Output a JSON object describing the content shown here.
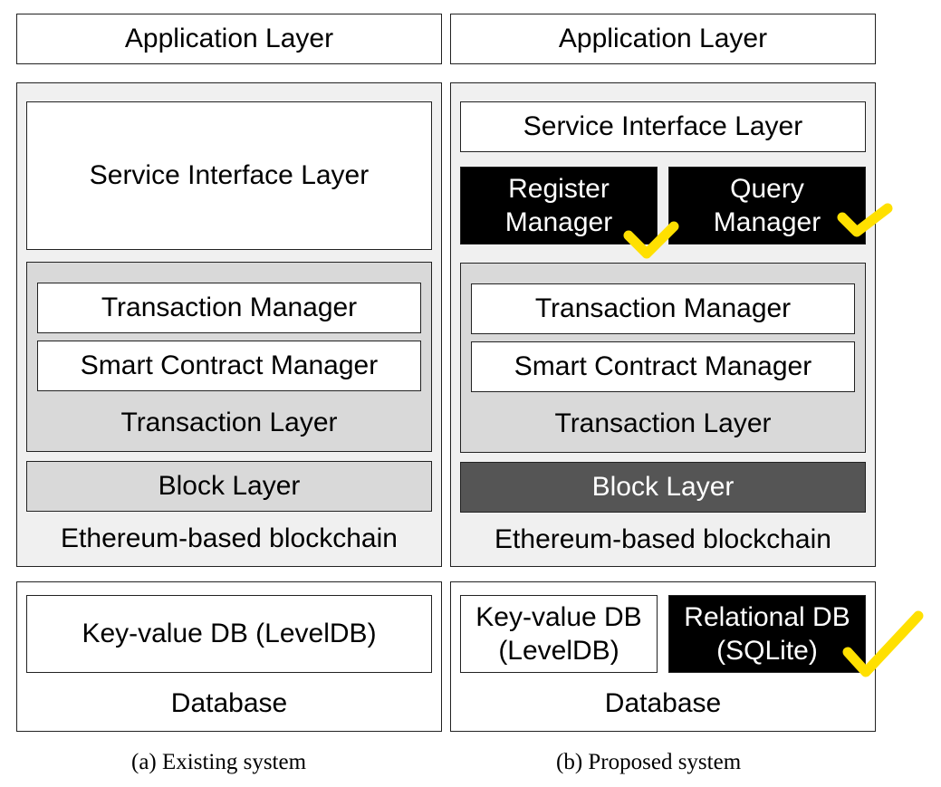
{
  "left": {
    "application_layer": "Application Layer",
    "service_interface_layer": "Service Interface Layer",
    "transaction_manager": "Transaction Manager",
    "smart_contract_manager": "Smart Contract Manager",
    "transaction_layer": "Transaction Layer",
    "block_layer": "Block Layer",
    "blockchain_label": "Ethereum-based blockchain",
    "key_value_db": "Key-value DB (LevelDB)",
    "database_label": "Database",
    "caption": "(a)  Existing system"
  },
  "right": {
    "application_layer": "Application Layer",
    "service_interface_layer": "Service Interface Layer",
    "register_manager": [
      "Register",
      "Manager"
    ],
    "query_manager": [
      "Query",
      "Manager"
    ],
    "transaction_manager": "Transaction Manager",
    "smart_contract_manager": "Smart Contract Manager",
    "transaction_layer": "Transaction Layer",
    "block_layer": "Block Layer",
    "blockchain_label": "Ethereum-based blockchain",
    "key_value_db": [
      "Key-value DB",
      "(LevelDB)"
    ],
    "relational_db": [
      "Relational DB",
      "(SQLite)"
    ],
    "database_label": "Database",
    "caption": "(b)  Proposed system"
  },
  "colors": {
    "highlight_check": "#ffe000",
    "block_layer_new": "#555555",
    "new_component": "#000000"
  },
  "icons": [
    "checkmark-icon"
  ]
}
